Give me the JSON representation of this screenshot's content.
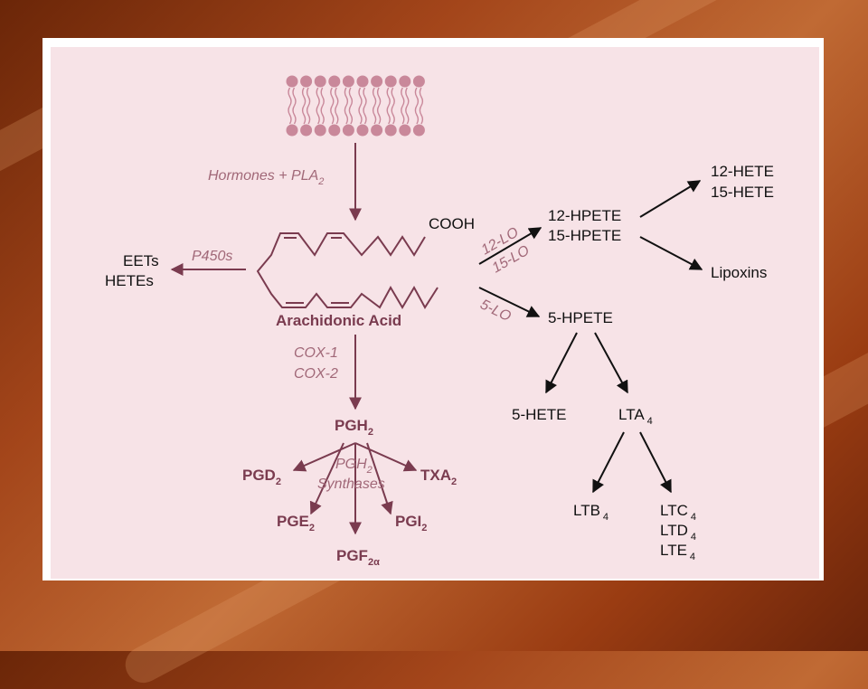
{
  "diagram": {
    "enzymes": {
      "hormones": "Hormones + PLA",
      "hormones_sub": "2",
      "p450": "P450s",
      "cox1": "COX-1",
      "cox2": "COX-2",
      "lo12": "12-LO",
      "lo15": "15-LO",
      "lo5": "5-LO",
      "synthases_line1": "PGH",
      "synthases_line1_sub": "2",
      "synthases_line2": "Synthases"
    },
    "substrate": {
      "name": "Arachidonic Acid",
      "cooh": "COOH"
    },
    "p450_products": [
      "EETs",
      "HETEs"
    ],
    "lo_branch": {
      "hpete_12": "12-HPETE",
      "hpete_15": "15-HPETE",
      "hete_12": "12-HETE",
      "hete_15": "15-HETE",
      "lipoxins": "Lipoxins",
      "hpete_5": "5-HPETE",
      "hete_5": "5-HETE",
      "lta4": "LTA",
      "ltb4": "LTB",
      "ltc4": "LTC",
      "ltd4": "LTD",
      "lte4": "LTE",
      "sub4": "4"
    },
    "cox_branch": {
      "pgh": "PGH",
      "pgh_sub": "2",
      "pgd": "PGD",
      "pgd_sub": "2",
      "txa": "TXA",
      "txa_sub": "2",
      "pge": "PGE",
      "pge_sub": "2",
      "pgi": "PGI",
      "pgi_sub": "2",
      "pgf": "PGF",
      "pgf_sub": "2α"
    }
  },
  "colors": {
    "panel": "#f7e3e7",
    "maroon": "#7a3b4f",
    "enzyme_text": "#a16878",
    "membrane": "#c9889a"
  }
}
